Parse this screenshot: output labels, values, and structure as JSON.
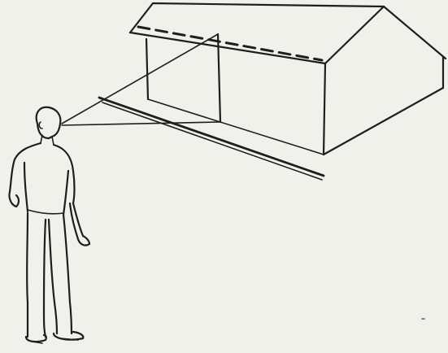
{
  "figure": {
    "subject": "observer-sightline-to-house",
    "elements": [
      "house",
      "roof-ridge-dashed-line",
      "ground-edge-line",
      "observer",
      "sight-lines"
    ]
  },
  "colors": {
    "background": "#f1f1ec",
    "ink": "#1e1e1e"
  }
}
